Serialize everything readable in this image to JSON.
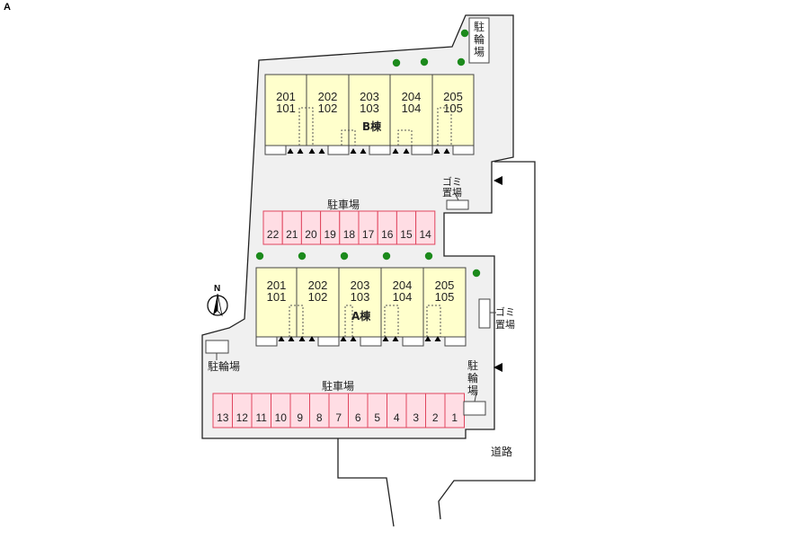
{
  "corner_label": "A",
  "colors": {
    "building_fill": "#ffffcc",
    "parking_fill": "#ffdde4",
    "parking_stroke": "#e0455e",
    "site_fill": "#f0f0f0",
    "tree": "#1c8a1c"
  },
  "building_b": {
    "name": "B棟",
    "units": [
      {
        "upper": "201",
        "lower": "101"
      },
      {
        "upper": "202",
        "lower": "102"
      },
      {
        "upper": "203",
        "lower": "103"
      },
      {
        "upper": "204",
        "lower": "104"
      },
      {
        "upper": "205",
        "lower": "105"
      }
    ]
  },
  "building_a": {
    "name": "A棟",
    "units": [
      {
        "upper": "201",
        "lower": "101"
      },
      {
        "upper": "202",
        "lower": "102"
      },
      {
        "upper": "203",
        "lower": "103"
      },
      {
        "upper": "204",
        "lower": "104"
      },
      {
        "upper": "205",
        "lower": "105"
      }
    ]
  },
  "parking_upper": {
    "label": "駐車場",
    "spaces": [
      "22",
      "21",
      "20",
      "19",
      "18",
      "17",
      "16",
      "15",
      "14"
    ]
  },
  "parking_lower": {
    "label": "駐車場",
    "spaces": [
      "13",
      "12",
      "11",
      "10",
      "9",
      "8",
      "7",
      "6",
      "5",
      "4",
      "3",
      "2",
      "1"
    ]
  },
  "bike_parking": {
    "top_right": [
      "駐",
      "輪",
      "場"
    ],
    "left": "駐輪場",
    "right": [
      "駐",
      "輪",
      "場"
    ]
  },
  "garbage": {
    "upper": [
      "ゴミ",
      "置場"
    ],
    "lower": [
      "ゴミ",
      "置場"
    ]
  },
  "road_label": "道路",
  "north_label": "N"
}
